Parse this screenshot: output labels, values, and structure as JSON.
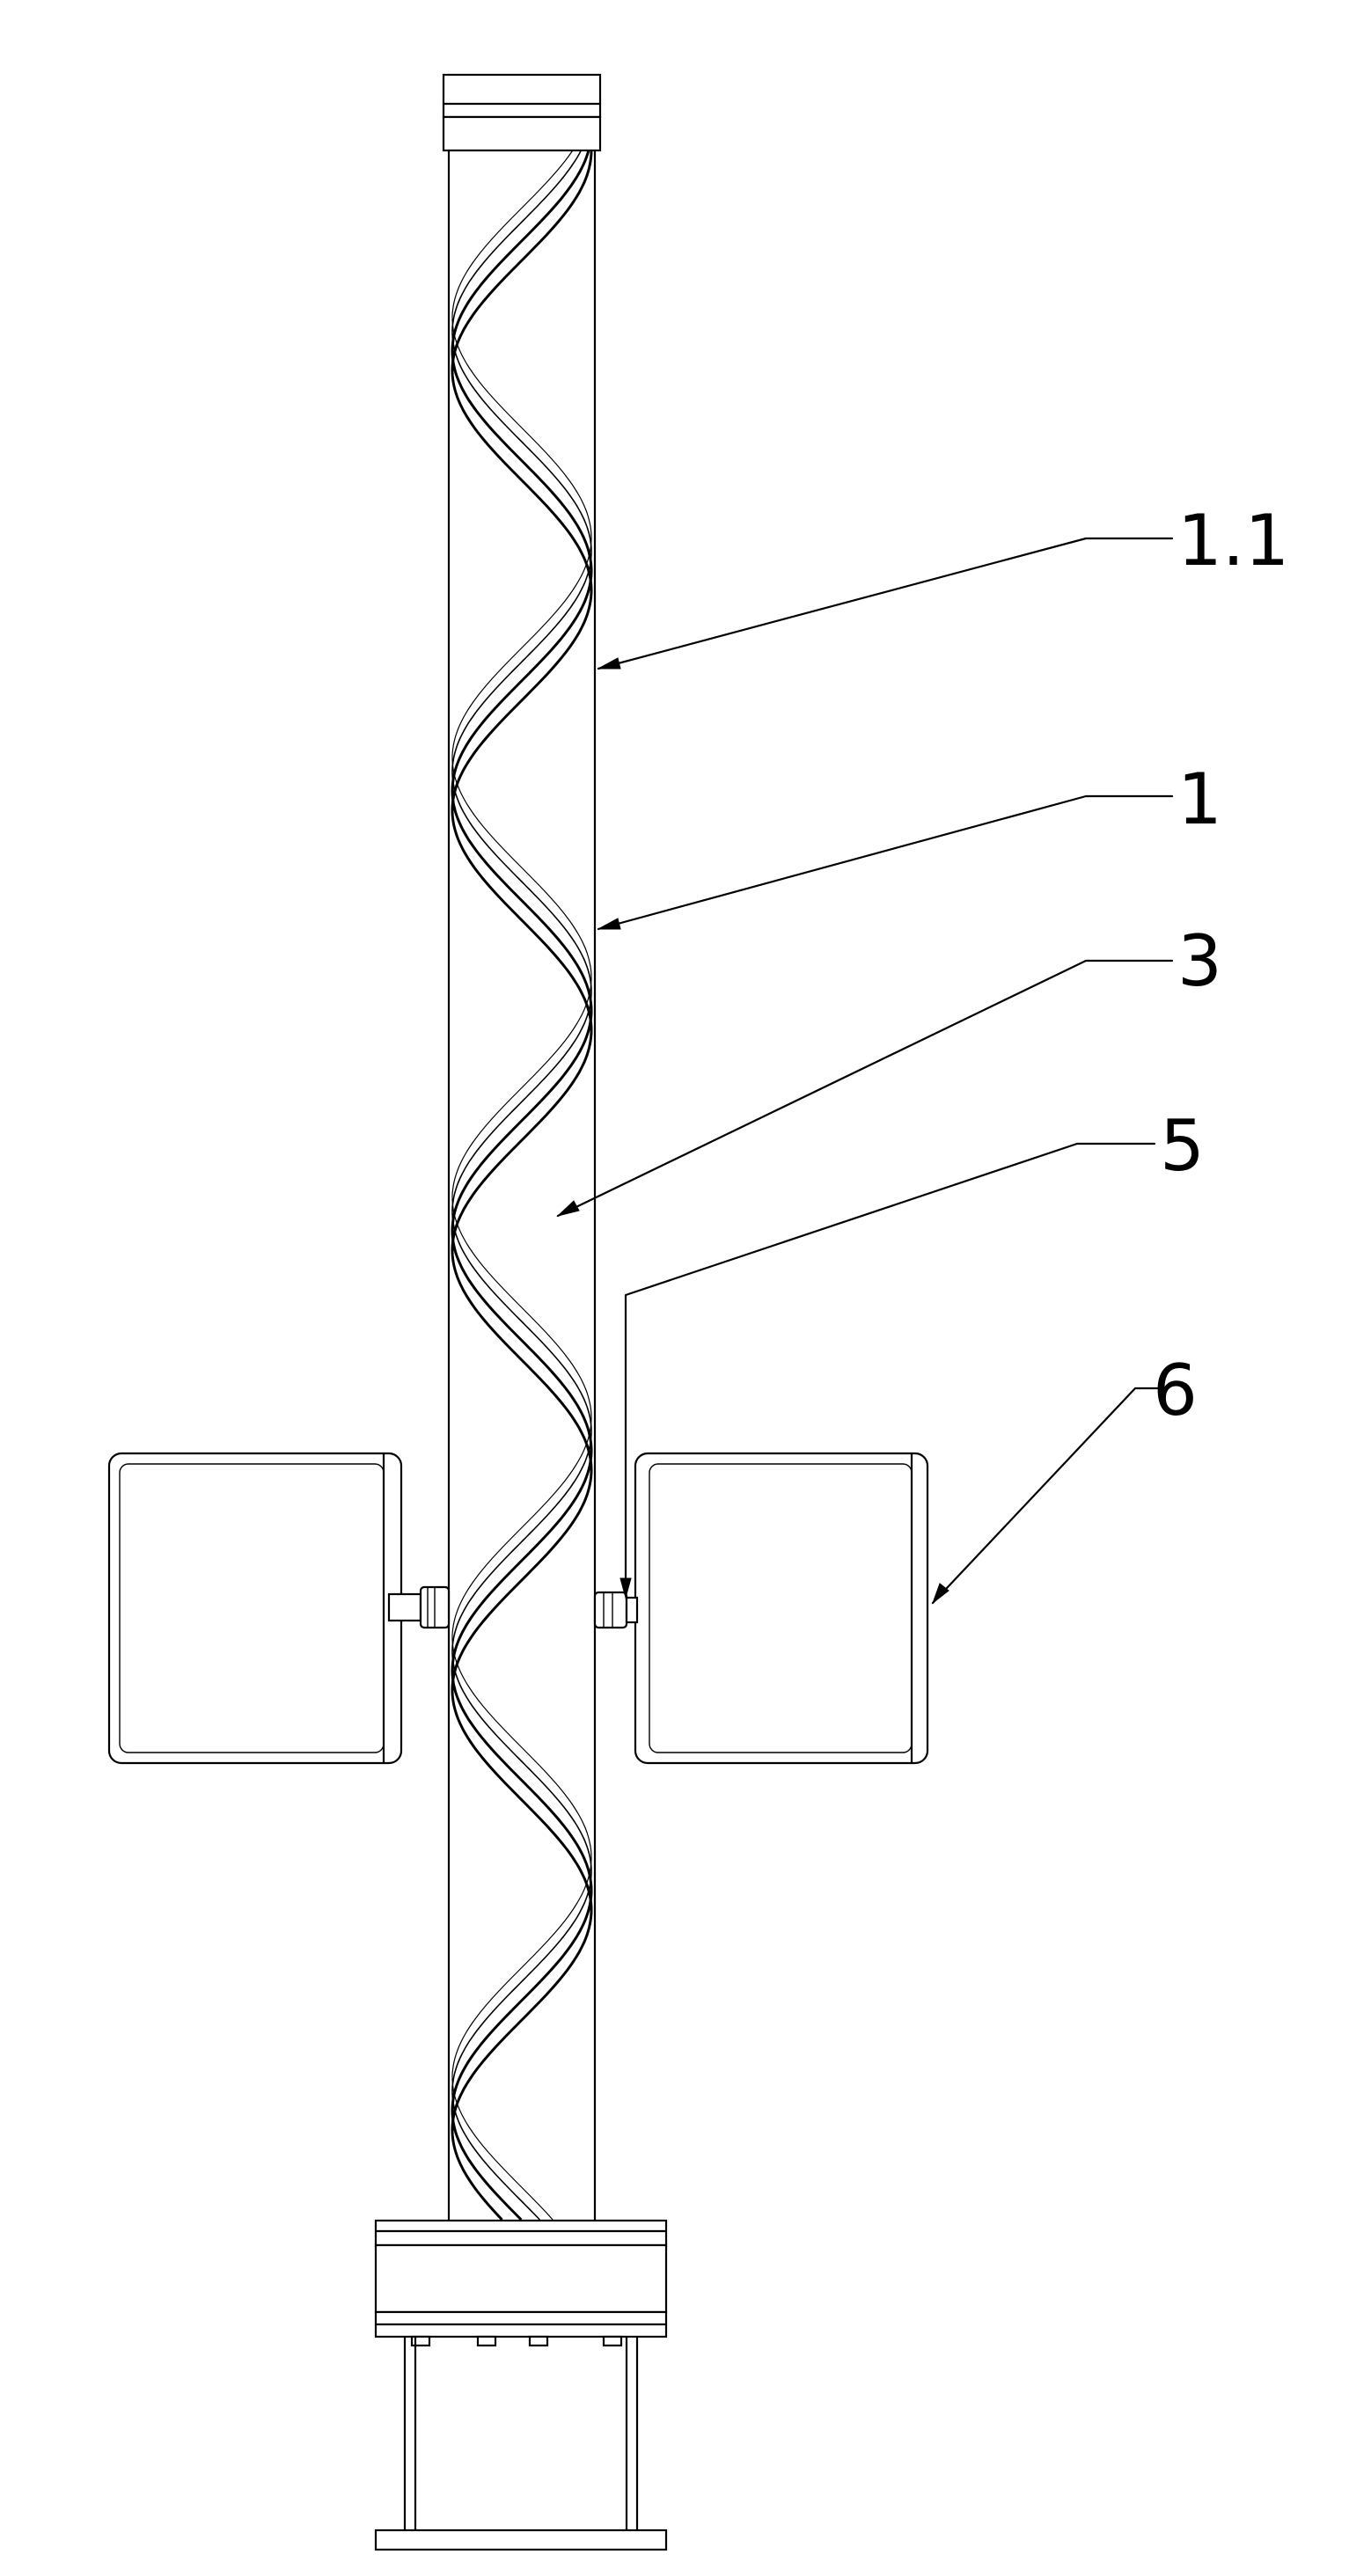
{
  "labels": {
    "l1_1": "1.1",
    "l1": "1",
    "l3": "3",
    "l5": "5",
    "l6": "6"
  },
  "colors": {
    "line": "#000000",
    "background": "#ffffff"
  }
}
